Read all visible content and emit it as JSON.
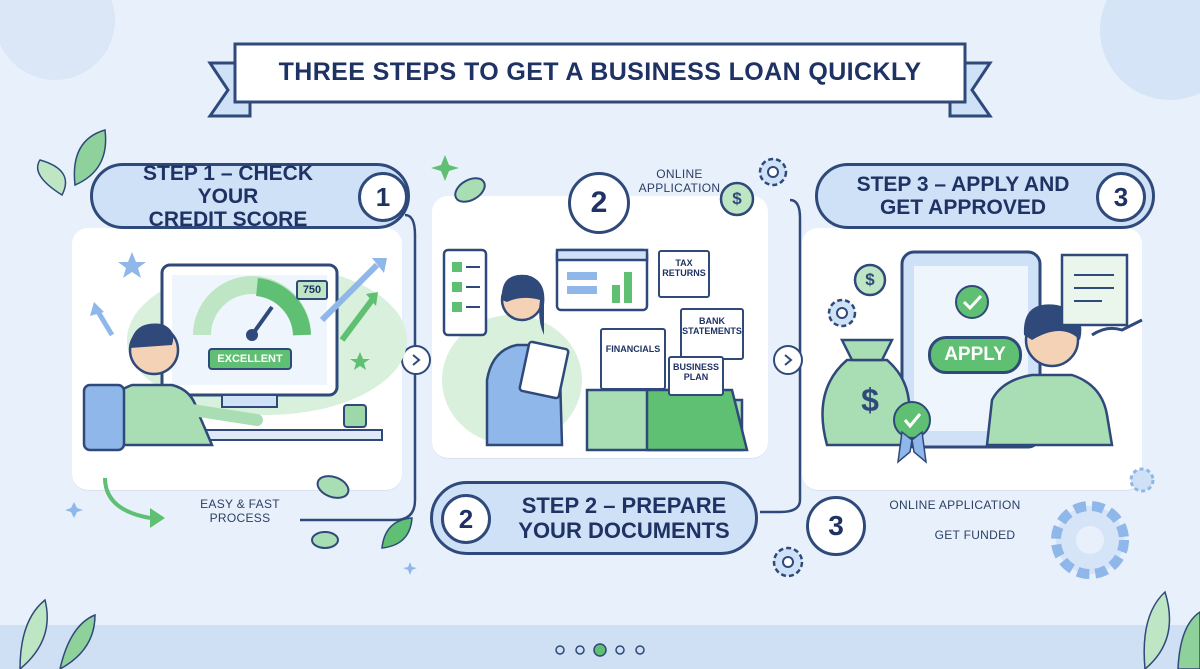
{
  "title": "THREE STEPS TO GET A BUSINESS LOAN QUICKLY",
  "step1": {
    "label_line1": "STEP 1 – CHECK YOUR",
    "label_line2": "CREDIT SCORE",
    "number": "1",
    "gauge_value": "750",
    "gauge_rating": "EXCELLENT",
    "caption": "EASY & FAST PROCESS"
  },
  "step2": {
    "number_top": "2",
    "top_label_line1": "ONLINE",
    "top_label_line2": "APPLICATION",
    "label_line1": "STEP 2 – PREPARE",
    "label_line2": "YOUR DOCUMENTS",
    "number_bottom": "2",
    "documents": {
      "tax_line1": "TAX",
      "tax_line2": "RETURNS",
      "bank_line1": "BANK",
      "bank_line2": "STATEMENTS",
      "financials": "FINANCIALS",
      "plan_line1": "BUSINESS",
      "plan_line2": "PLAN"
    }
  },
  "step3": {
    "label_line1": "STEP 3 – APPLY AND",
    "label_line2": "GET APPROVED",
    "number_top": "3",
    "apply_button": "APPLY",
    "number_bottom": "3",
    "caption_line1": "ONLINE APPLICATION",
    "caption_line2": "GET FUNDED"
  },
  "icons": {
    "dollar": "$"
  },
  "colors": {
    "background": "#e8f1fb",
    "navy": "#2f4a7a",
    "pill_fill": "#cfe1f7",
    "green": "#5fbf73",
    "light_green": "#bfe6c4"
  }
}
